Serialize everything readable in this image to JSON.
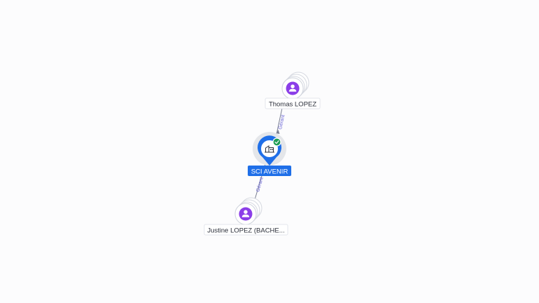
{
  "graph": {
    "company": {
      "label": "SCI AVENIR",
      "icon": "building-icon",
      "status_icon": "verified-check-icon",
      "accent_color": "#1f6fe8",
      "status_color": "#1f9d55"
    },
    "persons": [
      {
        "label": "Thomas LOPEZ",
        "icon": "person-icon"
      },
      {
        "label": "Justine LOPEZ (BACHE...",
        "icon": "person-icon"
      }
    ],
    "edges": [
      {
        "label": "Gérant",
        "from": "Thomas LOPEZ",
        "to": "SCI AVENIR"
      },
      {
        "label": "Gérant",
        "from": "Justine LOPEZ (BACHE...",
        "to": "SCI AVENIR"
      }
    ],
    "person_color": "#8b3ee8"
  }
}
